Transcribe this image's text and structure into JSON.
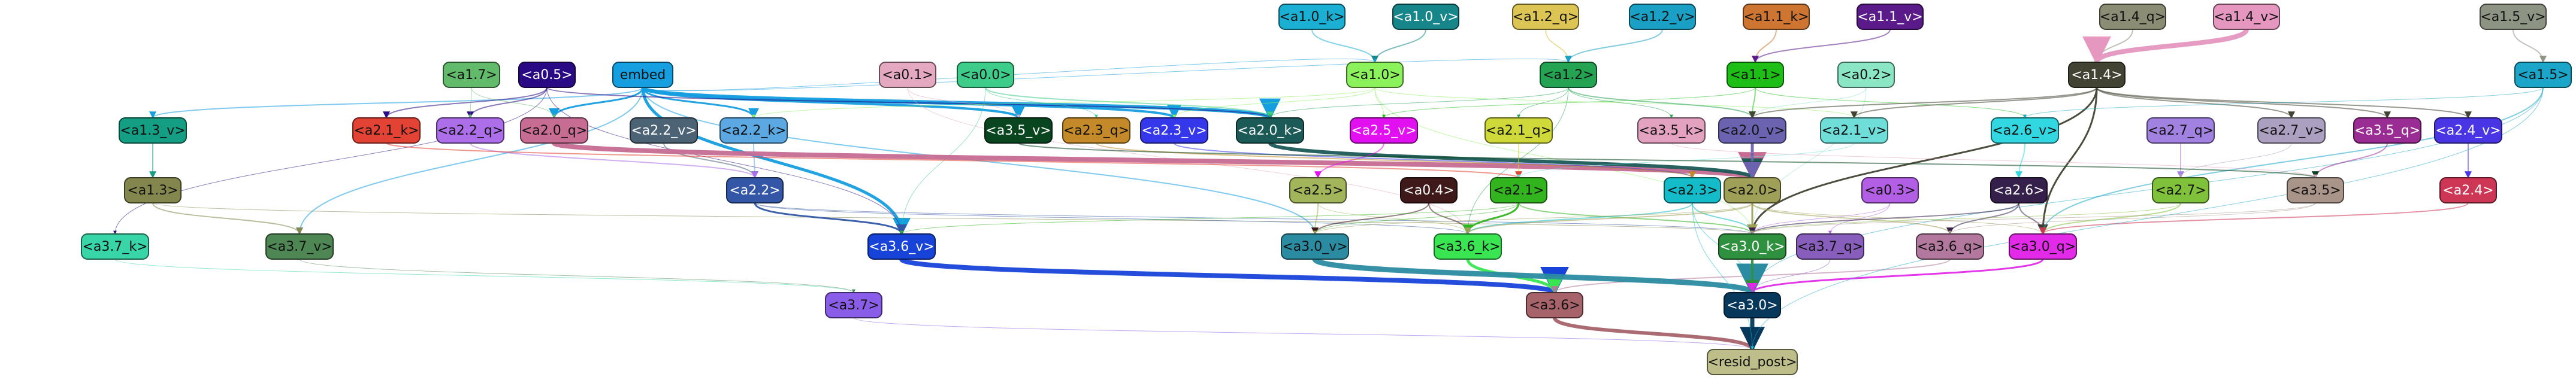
{
  "nodes": [
    {
      "id": "a1.0_k",
      "label": "<a1.0_k>",
      "color": "#1bafd4"
    },
    {
      "id": "a1.0_v",
      "label": "<a1.0_v>",
      "color": "#16868a"
    },
    {
      "id": "a1.2_q",
      "label": "<a1.2_q>",
      "color": "#dcc555"
    },
    {
      "id": "a1.2_v",
      "label": "<a1.2_v>",
      "color": "#1aa0c5"
    },
    {
      "id": "a1.1_k",
      "label": "<a1.1_k>",
      "color": "#cf7532"
    },
    {
      "id": "a1.1_v",
      "label": "<a1.1_v>",
      "color": "#5a1a8a"
    },
    {
      "id": "a1.4_q",
      "label": "<a1.4_q>",
      "color": "#8a8c74"
    },
    {
      "id": "a1.4_v",
      "label": "<a1.4_v>",
      "color": "#e597bf"
    },
    {
      "id": "a1.5_v",
      "label": "<a1.5_v>",
      "color": "#8d9483"
    },
    {
      "id": "a1.7",
      "label": "<a1.7>",
      "color": "#62ba6b"
    },
    {
      "id": "a0.5",
      "label": "<a0.5>",
      "color": "#2a0a84"
    },
    {
      "id": "embed",
      "label": "embed",
      "color": "#159ee0"
    },
    {
      "id": "a0.1",
      "label": "<a0.1>",
      "color": "#e4a9c0"
    },
    {
      "id": "a0.0",
      "label": "<a0.0>",
      "color": "#3ecc8b"
    },
    {
      "id": "a1.0",
      "label": "<a1.0>",
      "color": "#8bf25b"
    },
    {
      "id": "a1.2",
      "label": "<a1.2>",
      "color": "#24a353"
    },
    {
      "id": "a1.1",
      "label": "<a1.1>",
      "color": "#1dbf16"
    },
    {
      "id": "a0.2",
      "label": "<a0.2>",
      "color": "#8ae6c4"
    },
    {
      "id": "a1.4",
      "label": "<a1.4>",
      "color": "#424333"
    },
    {
      "id": "a1.5",
      "label": "<a1.5>",
      "color": "#1ba6c9"
    },
    {
      "id": "a1.3_v",
      "label": "<a1.3_v>",
      "color": "#149e83"
    },
    {
      "id": "a2.1_k",
      "label": "<a2.1_k>",
      "color": "#e34335"
    },
    {
      "id": "a2.2_q",
      "label": "<a2.2_q>",
      "color": "#ac6ee9"
    },
    {
      "id": "a2.0_q",
      "label": "<a2.0_q>",
      "color": "#c76c93"
    },
    {
      "id": "a2.2_v",
      "label": "<a2.2_v>",
      "color": "#4c6275"
    },
    {
      "id": "a2.2_k",
      "label": "<a2.2_k>",
      "color": "#5ba8e3"
    },
    {
      "id": "a3.5_v",
      "label": "<a3.5_v>",
      "color": "#09451e"
    },
    {
      "id": "a2.3_q",
      "label": "<a2.3_q>",
      "color": "#c48a2a"
    },
    {
      "id": "a2.3_v",
      "label": "<a2.3_v>",
      "color": "#3437ea"
    },
    {
      "id": "a2.0_k",
      "label": "<a2.0_k>",
      "color": "#1c5a57"
    },
    {
      "id": "a2.5_v",
      "label": "<a2.5_v>",
      "color": "#e20ff0"
    },
    {
      "id": "a2.1_q",
      "label": "<a2.1_q>",
      "color": "#cfd93a"
    },
    {
      "id": "a3.5_k",
      "label": "<a3.5_k>",
      "color": "#e3a2c0"
    },
    {
      "id": "a2.0_v",
      "label": "<a2.0_v>",
      "color": "#6b63b0"
    },
    {
      "id": "a2.1_v",
      "label": "<a2.1_v>",
      "color": "#6fded8"
    },
    {
      "id": "a2.6_v",
      "label": "<a2.6_v>",
      "color": "#32d8e1"
    },
    {
      "id": "a2.7_q",
      "label": "<a2.7_q>",
      "color": "#a282e0"
    },
    {
      "id": "a2.7_v",
      "label": "<a2.7_v>",
      "color": "#aca0c0"
    },
    {
      "id": "a3.5_q",
      "label": "<a3.5_q>",
      "color": "#9a2d94"
    },
    {
      "id": "a2.4_v",
      "label": "<a2.4_v>",
      "color": "#4935e4"
    },
    {
      "id": "a1.3",
      "label": "<a1.3>",
      "color": "#83874e"
    },
    {
      "id": "a2.2",
      "label": "<a2.2>",
      "color": "#3357a6"
    },
    {
      "id": "a2.5",
      "label": "<a2.5>",
      "color": "#a2b55a"
    },
    {
      "id": "a0.4",
      "label": "<a0.4>",
      "color": "#3f1919"
    },
    {
      "id": "a2.1",
      "label": "<a2.1>",
      "color": "#32b41f"
    },
    {
      "id": "a2.3",
      "label": "<a2.3>",
      "color": "#14bcc9"
    },
    {
      "id": "a2.0",
      "label": "<a2.0>",
      "color": "#9fa058"
    },
    {
      "id": "a0.3",
      "label": "<a0.3>",
      "color": "#b25fe6"
    },
    {
      "id": "a2.6",
      "label": "<a2.6>",
      "color": "#34204a"
    },
    {
      "id": "a2.7",
      "label": "<a2.7>",
      "color": "#80c13c"
    },
    {
      "id": "a3.5",
      "label": "<a3.5>",
      "color": "#a99489"
    },
    {
      "id": "a2.4",
      "label": "<a2.4>",
      "color": "#cd3755"
    },
    {
      "id": "a3.7_k",
      "label": "<a3.7_k>",
      "color": "#37d5a7"
    },
    {
      "id": "a3.7_v",
      "label": "<a3.7_v>",
      "color": "#4e8754"
    },
    {
      "id": "a3.6_v",
      "label": "<a3.6_v>",
      "color": "#1743d8"
    },
    {
      "id": "a3.0_v",
      "label": "<a3.0_v>",
      "color": "#2b8ba1"
    },
    {
      "id": "a3.6_k",
      "label": "<a3.6_k>",
      "color": "#3ae552"
    },
    {
      "id": "a3.0_k",
      "label": "<a3.0_k>",
      "color": "#2f9140"
    },
    {
      "id": "a3.7_q",
      "label": "<a3.7_q>",
      "color": "#875ebc"
    },
    {
      "id": "a3.6_q",
      "label": "<a3.6_q>",
      "color": "#b3789d"
    },
    {
      "id": "a3.0_q",
      "label": "<a3.0_q>",
      "color": "#e22ae8"
    },
    {
      "id": "a3.7",
      "label": "<a3.7>",
      "color": "#8a5de8"
    },
    {
      "id": "a3.6",
      "label": "<a3.6>",
      "color": "#a7636a"
    },
    {
      "id": "a3.0",
      "label": "<a3.0>",
      "color": "#07385b"
    },
    {
      "id": "resid_post",
      "label": "<resid_post>",
      "color": "#bebe8a"
    }
  ]
}
